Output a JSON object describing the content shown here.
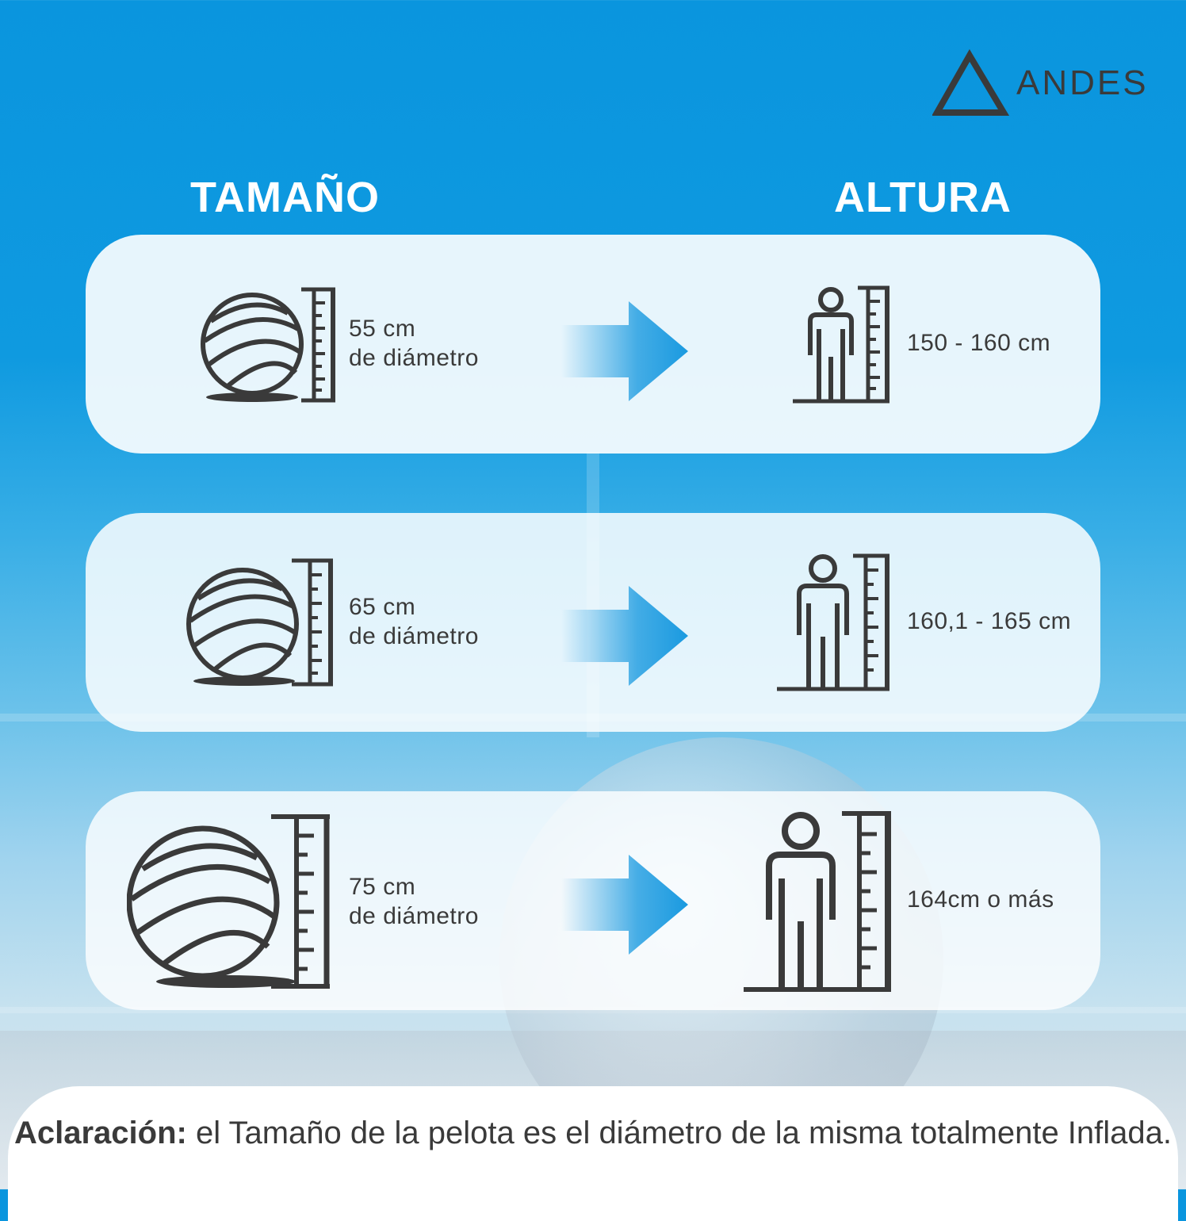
{
  "brand": {
    "name": "ANDES"
  },
  "headings": {
    "size": "TAMAÑO",
    "height": "ALTURA"
  },
  "rows": [
    {
      "diameter": "55 cm",
      "diameter_unit": "de diámetro",
      "height_range": "150 - 160 cm"
    },
    {
      "diameter": "65 cm",
      "diameter_unit": "de diámetro",
      "height_range": "160,1 - 165 cm"
    },
    {
      "diameter": "75 cm",
      "diameter_unit": "de diámetro",
      "height_range": "164cm o más"
    }
  ],
  "note": {
    "label": "Aclaración:",
    "text": " el Tamaño de la pelota es el diámetro de la misma totalmente Inflada."
  },
  "colors": {
    "background": "#0a95de",
    "icon": "#3a3a3a",
    "arrow": "#1a9ae0",
    "heading": "#ffffff"
  },
  "icons": [
    "logo-triangle-icon",
    "ball-with-ruler-icon",
    "arrow-right-icon",
    "person-with-ruler-icon"
  ]
}
